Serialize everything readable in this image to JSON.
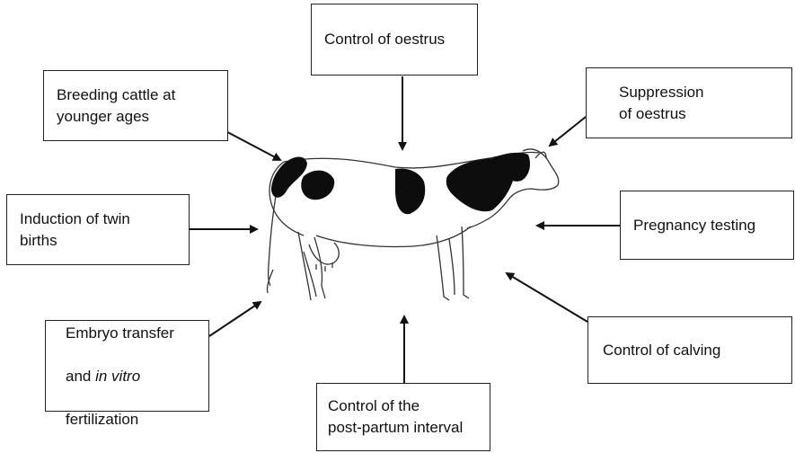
{
  "boxes": {
    "control_of_oestrus": "Control of oestrus",
    "breeding_younger": "Breeding cattle at\nyounger ages",
    "suppression_of_oestrus": "Suppression\nof oestrus",
    "twin_births": "Induction of twin\nbirths",
    "pregnancy_testing": "Pregnancy testing",
    "embryo_transfer": {
      "line1": "Embryo transfer",
      "line2_pre": "and ",
      "line2_italic": "in vitro",
      "line3": "fertilization"
    },
    "control_of_calving": "Control of calving",
    "post_partum": "Control of the\npost-partum interval"
  },
  "colors": {
    "ink": "#111111",
    "patch": "#0d0d0d"
  }
}
